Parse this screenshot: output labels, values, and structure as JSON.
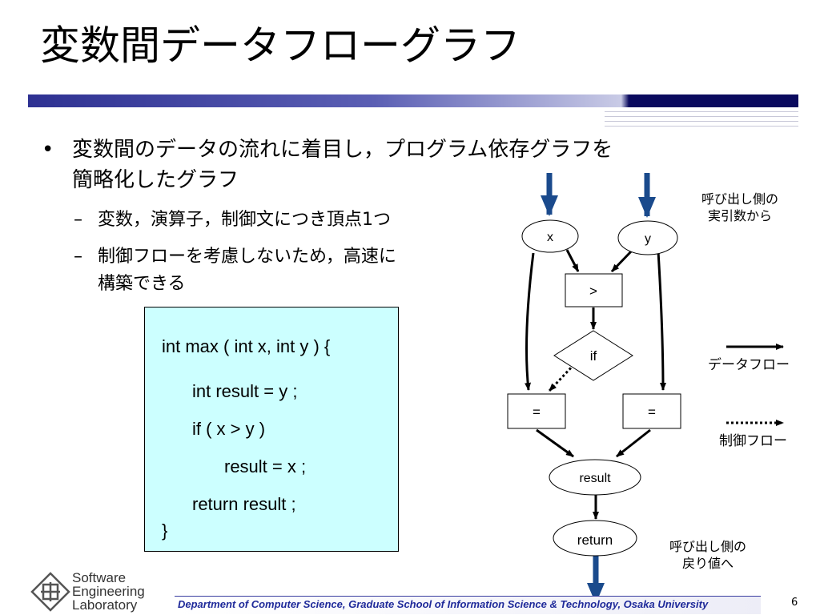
{
  "title": "変数間データフローグラフ",
  "bullets": {
    "main_line1": "変数間のデータの流れに着目し，プログラム依存グラフを",
    "main_line2": "簡略化したグラフ",
    "sub1": "変数，演算子，制御文につき頂点1つ",
    "sub2_line1": "制御フローを考慮しないため，高速に",
    "sub2_line2": "構築できる"
  },
  "code": [
    "int max ( int x, int y ) {",
    "int result = y ;",
    "if ( x > y )",
    "result = x ;",
    "return result ;",
    "}"
  ],
  "diagram": {
    "node_x": "x",
    "node_y": "y",
    "node_gt": ">",
    "node_if": "if",
    "node_assign1": "=",
    "node_assign2": "=",
    "node_result": "result",
    "node_return": "return"
  },
  "notes": {
    "caller_args_line1": "呼び出し側の",
    "caller_args_line2": "実引数から",
    "caller_return_line1": "呼び出し側の",
    "caller_return_line2": "戻り値へ"
  },
  "legend": {
    "data_flow": "データフロー",
    "control_flow": "制御フロー"
  },
  "footer": "Department of Computer Science, Graduate School of Information Science & Technology, Osaka University",
  "page_number": "6",
  "logo": [
    "Software",
    "Engineering",
    "Laboratory"
  ],
  "colors": {
    "accent": "#2e3192",
    "code_bg": "#ccffff",
    "io_arrow": "#1a4a8c"
  }
}
